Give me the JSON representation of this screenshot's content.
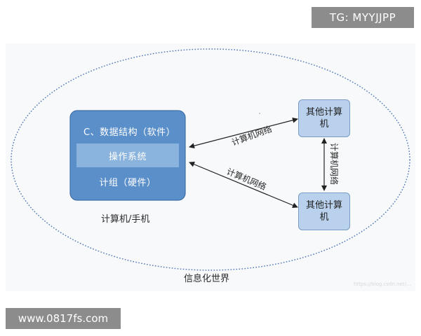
{
  "watermark_top": "TG: MYYJJPP",
  "watermark_bottom": "www.0817fs.com",
  "computer_stack": {
    "layers": [
      "C、数据结构（软件）",
      "操作系统",
      "计组（硬件）"
    ],
    "caption": "计算机/手机"
  },
  "other_computers": {
    "top": "其他计算机",
    "bottom": "其他计算机"
  },
  "links": {
    "upper": "计算机网络",
    "lower": "计算机网络",
    "vertical": "计算机网络"
  },
  "world_label": "信息化世界",
  "faint_watermark": "https://blog.csdn.net/..."
}
